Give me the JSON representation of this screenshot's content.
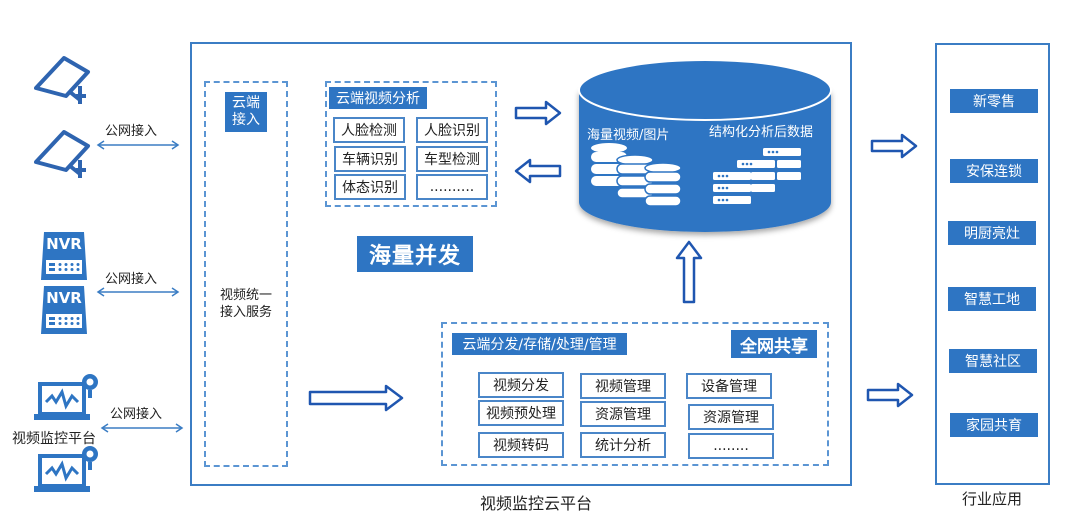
{
  "colors": {
    "primary": "#2e75c3",
    "frame": "#3b7dc4",
    "dash": "#5b95d3",
    "arrow_outline": "#1f56b0"
  },
  "sources": {
    "link_label": "公网接入",
    "cameras": {
      "icon": "camera-icon",
      "count": 2
    },
    "nvr": {
      "icon": "nvr-icon",
      "label": "NVR",
      "count": 2
    },
    "platform": {
      "icon": "monitor-platform-icon",
      "label": "视频监控平台",
      "count": 2
    }
  },
  "cloud_platform": {
    "title": "视频监控云平台",
    "access": {
      "tag": [
        "云端",
        "接入"
      ],
      "service": [
        "视频统一",
        "接入服务"
      ]
    },
    "analysis": {
      "title": "云端视频分析",
      "items": [
        "人脸检测",
        "人脸识别",
        "车辆识别",
        "车型检测",
        "体态识别",
        ".........."
      ]
    },
    "concurrency_label": "海量并发",
    "storage": {
      "left_label": "海量视频/图片",
      "right_label": "结构化分析后数据"
    },
    "distribution": {
      "title": "云端分发/存储/处理/管理",
      "share_label": "全网共享",
      "columns": [
        [
          "视频分发",
          "视频预处理",
          "视频转码"
        ],
        [
          "视频管理",
          "资源管理",
          "统计分析"
        ],
        [
          "设备管理",
          "资源管理",
          "........"
        ]
      ]
    }
  },
  "industry": {
    "title": "行业应用",
    "items": [
      "新零售",
      "安保连锁",
      "明厨亮灶",
      "智慧工地",
      "智慧社区",
      "家园共育"
    ]
  }
}
